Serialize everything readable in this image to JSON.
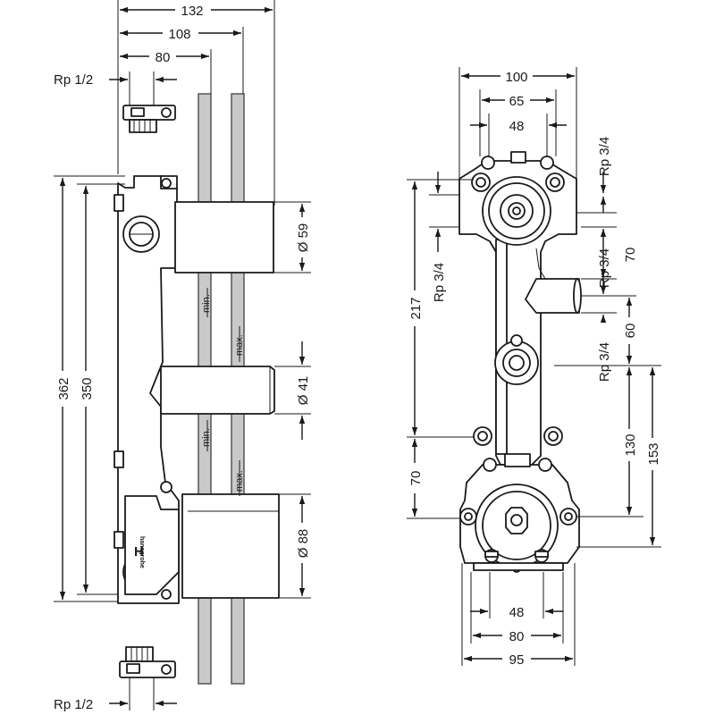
{
  "side_view": {
    "width_dims": [
      "132",
      "108",
      "80"
    ],
    "thread_top": "Rp 1/2",
    "thread_bottom": "Rp 1/2",
    "height_dims": [
      "362",
      "350"
    ],
    "diameters": [
      "Ø 59",
      "Ø 41",
      "Ø 88"
    ],
    "depth_markers": [
      "min.",
      "max.",
      "min.",
      "max."
    ],
    "valve_letter": "H",
    "brand": "hansgrohe"
  },
  "front_view": {
    "top_dims": [
      "100",
      "65",
      "48"
    ],
    "bottom_dims": [
      "48",
      "80",
      "95"
    ],
    "left_dims": [
      "217",
      "Rp 3/4",
      "70"
    ],
    "right_threads": [
      "Rp 3/4",
      "Rp 3/4",
      "Rp 3/4"
    ],
    "right_dims": [
      "70",
      "60",
      "130",
      "153"
    ]
  }
}
